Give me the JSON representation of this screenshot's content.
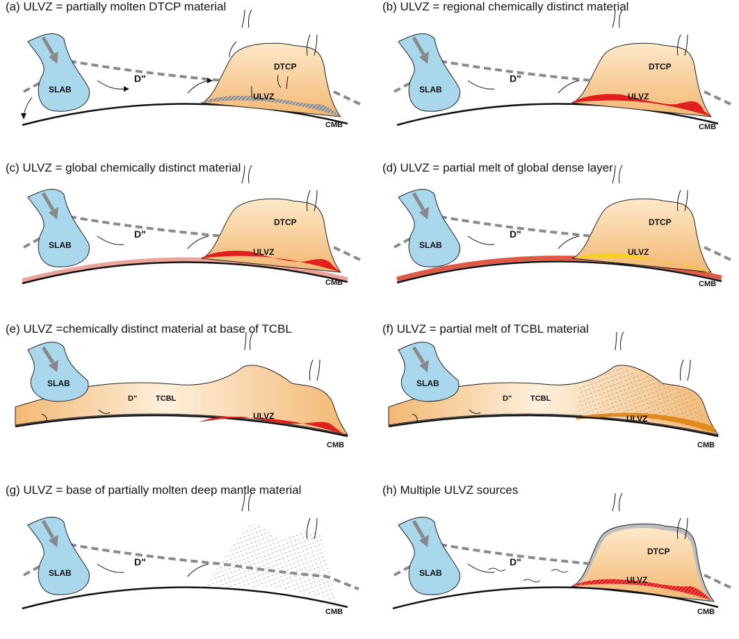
{
  "figure": {
    "panels": [
      {
        "id": "a",
        "title": "(a) ULVZ = partially molten DTCP material",
        "labels": {
          "slab": "SLAB",
          "d2": "D\"",
          "dtcp": "DTCP",
          "ulvz": "ULVZ",
          "cmb": "CMB"
        }
      },
      {
        "id": "b",
        "title": "(b) ULVZ = regional chemically distinct material",
        "labels": {
          "slab": "SLAB",
          "d2": "D\"",
          "dtcp": "DTCP",
          "ulvz": "ULVZ",
          "cmb": "CMB"
        }
      },
      {
        "id": "c",
        "title": "(c) ULVZ = global chemically distinct material",
        "labels": {
          "slab": "SLAB",
          "d2": "D\"",
          "dtcp": "DTCP",
          "ulvz": "ULVZ",
          "cmb": "CMB"
        }
      },
      {
        "id": "d",
        "title": "(d) ULVZ = partial melt of global dense layer",
        "labels": {
          "slab": "SLAB",
          "d2": "D\"",
          "dtcp": "DTCP",
          "ulvz": "ULVZ",
          "cmb": "CMB"
        }
      },
      {
        "id": "e",
        "title": "(e) ULVZ =chemically distinct material at base of TCBL",
        "labels": {
          "slab": "SLAB",
          "d2": "D\"",
          "tcbl": "TCBL",
          "ulvz": "ULVZ",
          "cmb": "CMB"
        }
      },
      {
        "id": "f",
        "title": "(f) ULVZ = partial melt of TCBL material",
        "labels": {
          "slab": "SLAB",
          "d2": "D\"",
          "tcbl": "TCBL",
          "ulvz": "ULVZ",
          "cmb": "CMB"
        }
      },
      {
        "id": "g",
        "title": "(g) ULVZ = base of partially molten deep mantle material",
        "labels": {
          "slab": "SLAB",
          "d2": "D\"",
          "cmb": "CMB"
        }
      },
      {
        "id": "h",
        "title": "(h) Multiple ULVZ sources",
        "labels": {
          "slab": "SLAB",
          "d2": "D\"",
          "dtcp": "DTCP",
          "ulvz": "ULVZ",
          "cmb": "CMB"
        }
      }
    ],
    "colors": {
      "slab_fill": "#a9d8ec",
      "pile_fill": "#f7c98d",
      "pile_light": "#fdf0dc",
      "ulvz_red": "#e0201e",
      "global_layer": "#dd5a45",
      "melt_yellow": "#f5d020",
      "tcbl_orange": "#e08a1e",
      "dashed_gray": "#8a8a8a",
      "stipple_gray": "#9a9a9a"
    }
  }
}
